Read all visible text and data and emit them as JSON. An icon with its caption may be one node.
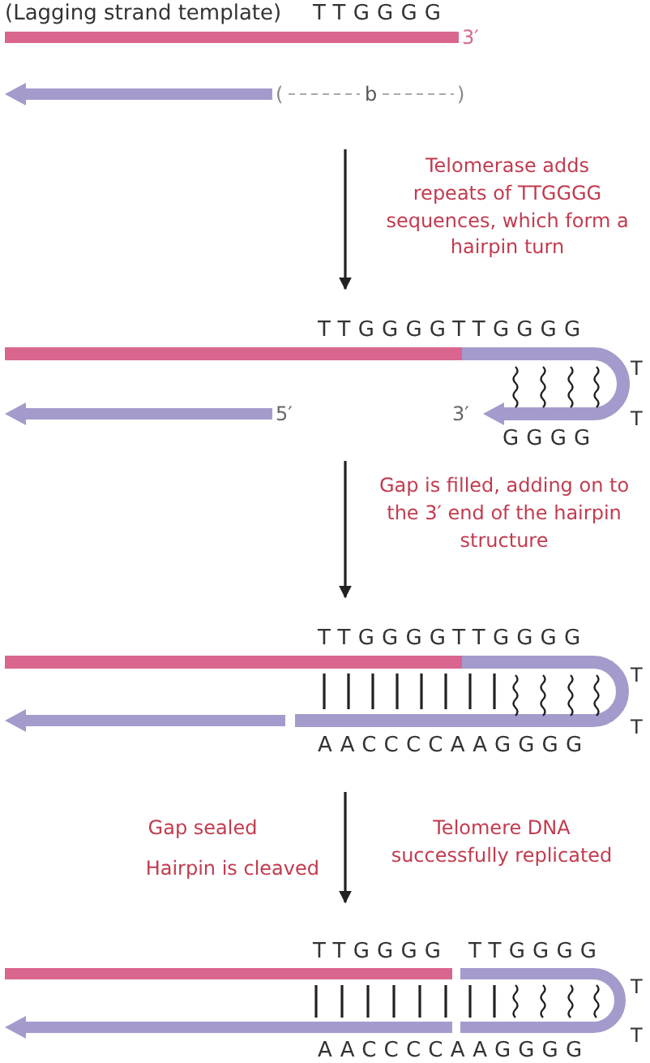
{
  "diagram": {
    "nodes": [
      {
        "text": [
          "(Lagging strand template)",
          "TTGGGG",
          "3′",
          "(",
          "b",
          ")"
        ]
      },
      {
        "text": [
          "TTGGGGTTGGGG",
          "T",
          "5′",
          "3′",
          "T",
          "GGGG"
        ]
      },
      {
        "text": [
          "TTGGGGTTGGGG",
          "T",
          "T",
          "AACCCCAAGGGG"
        ]
      },
      {
        "text": [
          "TTGGGG",
          "TTGGGG",
          "T",
          "T",
          "AACCCCAAGGGG"
        ]
      }
    ],
    "edges": [
      {
        "from": 0,
        "to": 1,
        "arrow": "to"
      },
      {
        "from": 1,
        "to": 2,
        "arrow": "to"
      },
      {
        "from": 2,
        "to": 3,
        "arrow": "to"
      }
    ],
    "labels": [
      "Telomerase adds repeats of TTGGGG sequences, which form a hairpin turn",
      "Gap is filled, adding on to the 3′ end of the hairpin structure",
      "Gap sealed",
      "Hairpin is cleaved",
      "Telomere DNA successfully replicated"
    ]
  }
}
